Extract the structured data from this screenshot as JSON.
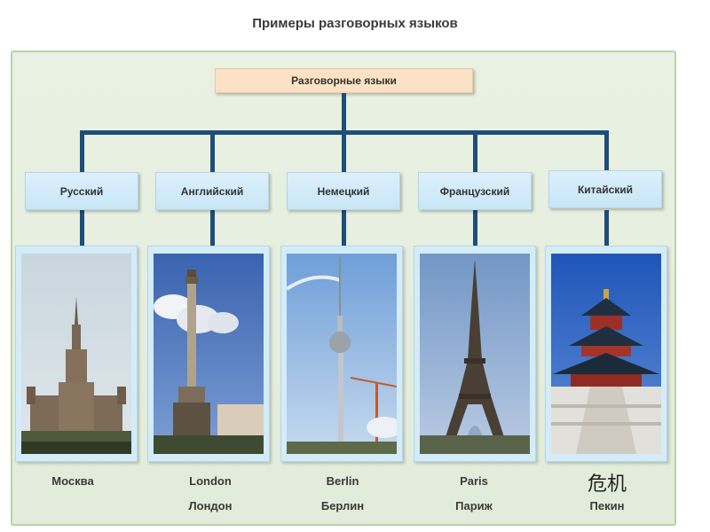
{
  "title": "Примеры разговорных языков",
  "root_label": "Разговорные языки",
  "languages": [
    {
      "label": "Русский",
      "city_latin": "Москва",
      "city_ru": "",
      "photo": "moscow-university-icon"
    },
    {
      "label": "Английский",
      "city_latin": "London",
      "city_ru": "Лондон",
      "photo": "nelson-column-icon"
    },
    {
      "label": "Немецкий",
      "city_latin": "Berlin",
      "city_ru": "Берлин",
      "photo": "berlin-tv-tower-icon"
    },
    {
      "label": "Французский",
      "city_latin": "Paris",
      "city_ru": "Париж",
      "photo": "eiffel-tower-icon"
    },
    {
      "label": "Китайский",
      "city_latin": "危机",
      "city_ru": "Пекин",
      "photo": "temple-of-heaven-icon"
    }
  ],
  "colors": {
    "connector": "#1e4e79",
    "root_fill": "#fbe2c5",
    "lang_fill": "#d3ecf8",
    "frame_fill": "#e6efdf"
  }
}
